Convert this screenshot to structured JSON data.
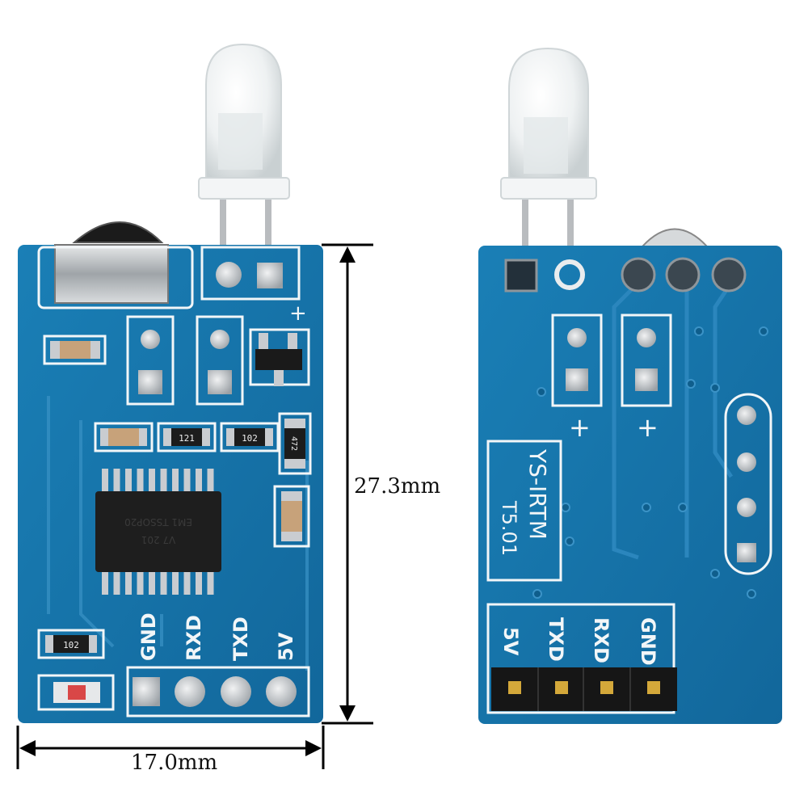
{
  "dimensions": {
    "height": "27.3mm",
    "width": "17.0mm"
  },
  "front_board": {
    "component_labels": {
      "r1": "121",
      "r2": "102",
      "r3": "472",
      "r4": "102"
    },
    "chip_text": [
      "EM1 TSSOP20",
      "V7 201"
    ],
    "pin_labels": [
      "GND",
      "RXD",
      "TXD",
      "5V"
    ],
    "plus_mark": "+"
  },
  "back_board": {
    "silkscreen_model": "YS-IRTM",
    "silkscreen_version": "T5.01",
    "pin_labels": [
      "5V",
      "TXD",
      "RXD",
      "GND"
    ],
    "plus_marks": [
      "+",
      "+"
    ]
  },
  "colors": {
    "pcb_blue": "#1673a8",
    "pcb_dark": "#0f5e8c",
    "silkscreen": "#f2f6f8",
    "pad_silver": "#c9ccd0",
    "gold": "#d4a83a"
  }
}
